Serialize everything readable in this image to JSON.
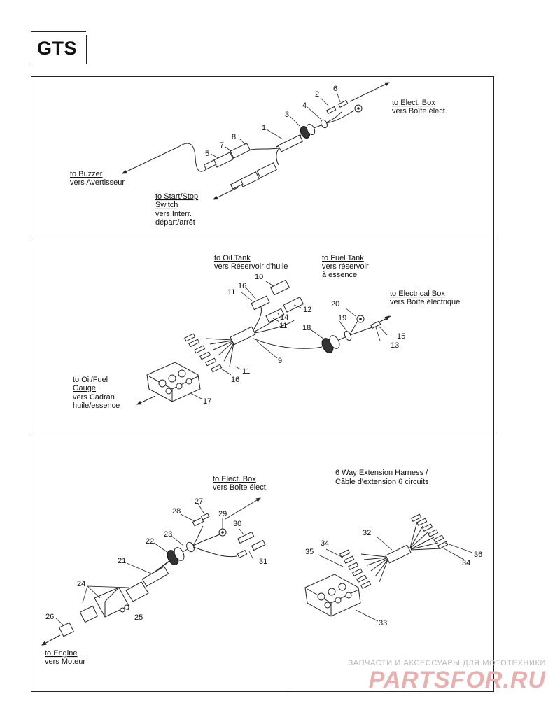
{
  "header": {
    "model_code": "GTS"
  },
  "panel1": {
    "labels": {
      "elect_box_en": "to Elect. Box",
      "elect_box_fr": "vers Boîte élect.",
      "buzzer_en": "to Buzzer",
      "buzzer_fr": "vers Avertisseur",
      "startstop_en1": "to Start/Stop",
      "startstop_en2": "Switch",
      "startstop_fr1": "vers Interr.",
      "startstop_fr2": "départ/arrêt"
    },
    "callouts": [
      "1",
      "2",
      "3",
      "4",
      "5",
      "6",
      "7",
      "8"
    ]
  },
  "panel2": {
    "labels": {
      "oil_tank_en": "to Oil Tank",
      "oil_tank_fr": "vers Réservoir d'huile",
      "fuel_tank_en": "to Fuel Tank",
      "fuel_tank_fr1": "vers réservoir",
      "fuel_tank_fr2": "à essence",
      "electrical_box_en": "to Electrical Box",
      "electrical_box_fr": "vers Boîte électrique",
      "gauge_en1": "to Oil/Fuel",
      "gauge_en2": "Gauge",
      "gauge_fr1": "vers Cadran",
      "gauge_fr2": "huile/essence"
    },
    "callouts": [
      "9",
      "10",
      "11",
      "11",
      "11",
      "12",
      "13",
      "14",
      "15",
      "16",
      "16",
      "17",
      "18",
      "19",
      "20"
    ]
  },
  "panel3": {
    "labels": {
      "elect_box_en": "to Elect. Box",
      "elect_box_fr": "vers Boîte élect.",
      "engine_en": "to Engine",
      "engine_fr": "vers Moteur"
    },
    "callouts": [
      "21",
      "22",
      "23",
      "24",
      "25",
      "26",
      "27",
      "28",
      "29",
      "30",
      "31"
    ]
  },
  "panel4": {
    "labels": {
      "title_en": "6 Way Extension Harness /",
      "title_fr": "Câble d'extension 6 circuits"
    },
    "callouts": [
      "32",
      "33",
      "34",
      "34",
      "35",
      "36"
    ]
  },
  "watermark": {
    "tagline": "ЗАПЧАСТИ И АКСЕССУАРЫ ДЛЯ МОТОТЕХНИКИ",
    "logo": "PARTSFOR.RU"
  }
}
